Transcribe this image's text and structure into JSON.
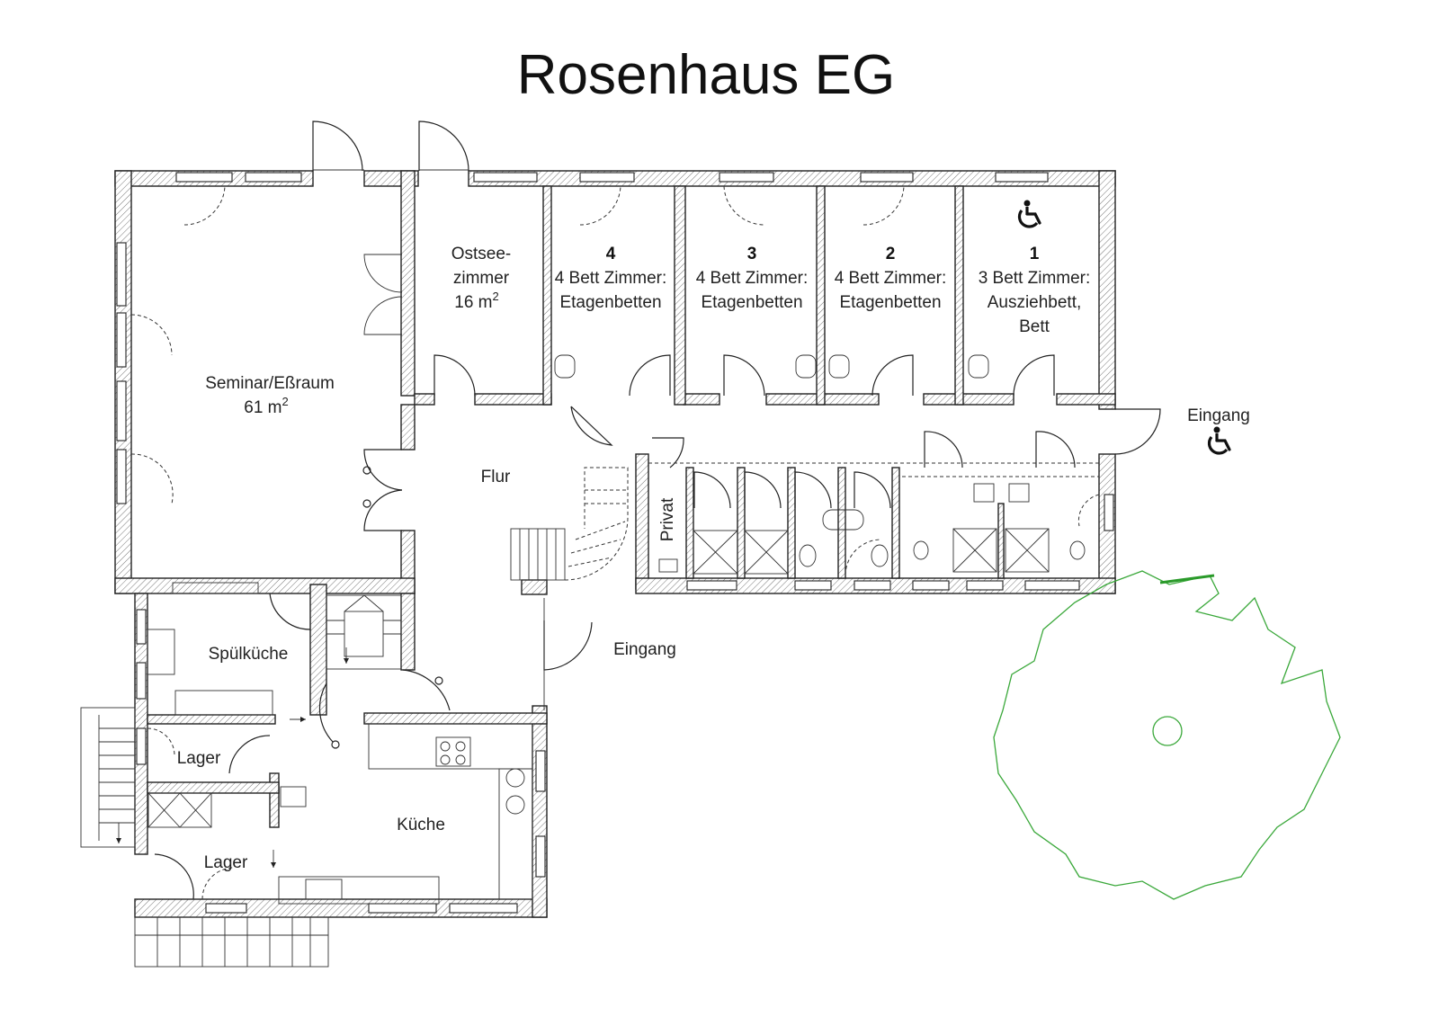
{
  "title": "Rosenhaus EG",
  "rooms": {
    "ostsee": {
      "line1": "Ostsee-",
      "line2": "zimmer",
      "area_num": "16 m",
      "area_sup": "2"
    },
    "r4": {
      "number": "4",
      "line1": "4 Bett Zimmer:",
      "line2": "Etagenbetten"
    },
    "r3": {
      "number": "3",
      "line1": "4 Bett Zimmer:",
      "line2": "Etagenbetten"
    },
    "r2": {
      "number": "2",
      "line1": "4 Bett Zimmer:",
      "line2": "Etagenbetten"
    },
    "r1": {
      "number": "1",
      "line1": "3 Bett Zimmer:",
      "line2": "Ausziehbett,",
      "line3": "Bett"
    },
    "seminar": {
      "line1": "Seminar/Eßraum",
      "area_num": "61 m",
      "area_sup": "2"
    },
    "flur": "Flur",
    "privat": "Privat",
    "spuelkueche": "Spülküche",
    "lager1": "Lager",
    "lager2": "Lager",
    "kueche": "Küche",
    "eingang_east": "Eingang",
    "eingang_south": "Eingang"
  },
  "icons": {
    "room1_accessible": "wheelchair-icon",
    "entrance_accessible": "wheelchair-icon",
    "tree": "tree-symbol"
  },
  "colors": {
    "walls": "#222222",
    "tree": "#3aa83a"
  }
}
